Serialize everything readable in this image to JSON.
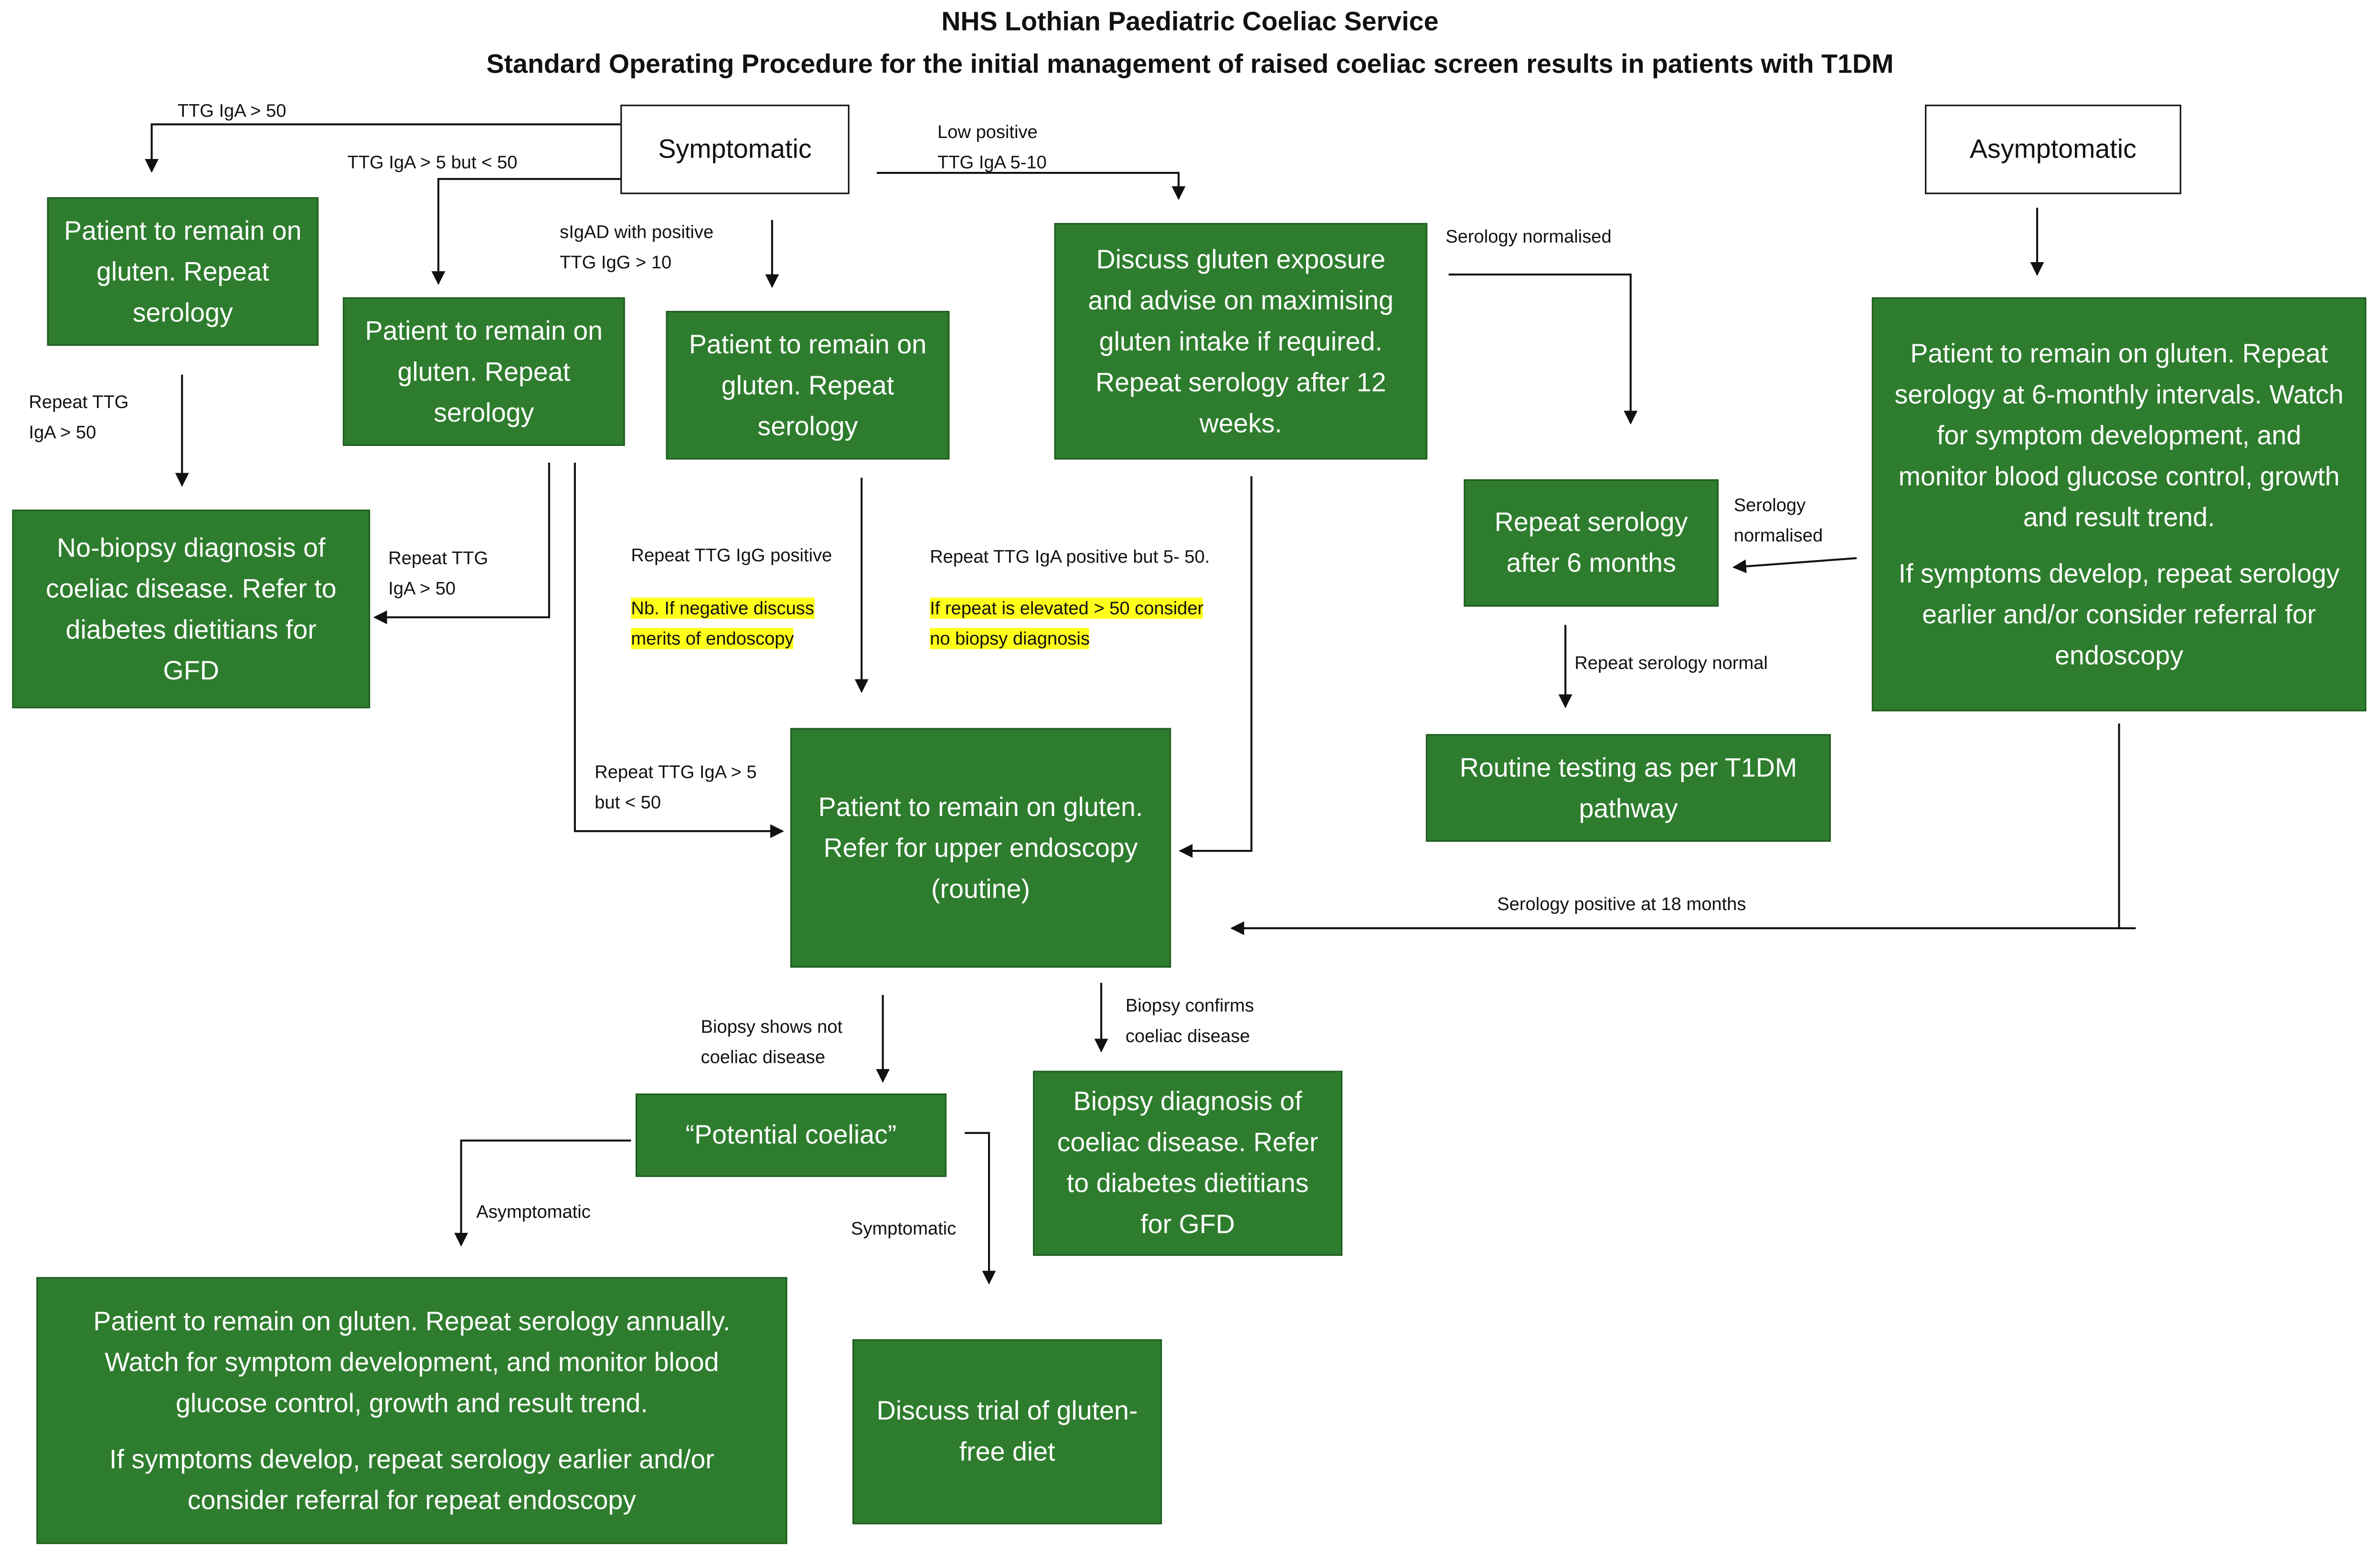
{
  "title": {
    "line1": "NHS Lothian Paediatric Coeliac Service",
    "line2": "Standard Operating Procedure for the initial management of raised coeliac screen results in patients with T1DM"
  },
  "boxes": {
    "symptomatic": "Symptomatic",
    "asymptomatic": "Asymptomatic",
    "remain_repeat_a": "Patient to remain on gluten. Repeat serology",
    "remain_repeat_b": "Patient to remain on gluten. Repeat serology",
    "remain_repeat_c": "Patient to remain on gluten. Repeat serology",
    "discuss_gluten": "Discuss gluten exposure and advise on maximising gluten intake if required. Repeat serology after 12 weeks.",
    "asymptomatic_plan_p1": "Patient to remain on gluten. Repeat serology at 6-monthly intervals. Watch for symptom development, and monitor blood glucose control, growth and result trend.",
    "asymptomatic_plan_p2": "If symptoms develop, repeat serology earlier and/or consider referral for endoscopy",
    "no_biopsy": "No-biopsy diagnosis of coeliac disease. Refer to diabetes dietitians for GFD",
    "repeat_6_months": "Repeat serology after 6 months",
    "routine_testing": "Routine testing as per T1DM pathway",
    "refer_endoscopy": "Patient to remain on gluten. Refer for upper endoscopy (routine)",
    "potential_coeliac": "“Potential coeliac”",
    "biopsy_diagnosis": "Biopsy diagnosis of coeliac disease. Refer to diabetes dietitians for GFD",
    "annual_plan_p1": "Patient to remain on gluten. Repeat serology annually. Watch for symptom development, and monitor blood glucose control, growth and result trend.",
    "annual_plan_p2": "If symptoms develop, repeat serology earlier and/or consider referral for repeat endoscopy",
    "gfd_trial": "Discuss trial of gluten-free diet"
  },
  "labels": {
    "ttg_gt50": "TTG  IgA > 50",
    "ttg_5_50": "TTG IgA > 5  but < 50",
    "sigad": "sIgAD with positive\nTTG IgG > 10",
    "low_positive": "Low positive\nTTG IgA 5-10",
    "serology_normalised_top": "Serology normalised",
    "repeat_ttg_gt50_a": "Repeat TTG\nIgA > 50",
    "repeat_ttg_gt50_b": "Repeat TTG\nIgA > 50",
    "repeat_ttg_igg_pos": "Repeat TTG IgG positive",
    "nb_negative": "Nb. If negative discuss\nmerits of  endoscopy",
    "repeat_ttg_iga_5_50": "Repeat TTG IgA positive but 5- 50.",
    "if_repeat_elevated": "If repeat is elevated > 50 consider\nno biopsy diagnosis",
    "serology_normalised_side": "Serology\nnormalised",
    "repeat_serology_normal": "Repeat serology normal",
    "repeat_ttg_5_50": "Repeat TTG IgA > 5\nbut < 50",
    "serology_pos_18m": "Serology positive at 18 months",
    "biopsy_not_coeliac": "Biopsy shows not\ncoeliac disease",
    "biopsy_confirms": "Biopsy confirms\ncoeliac disease",
    "asymptomatic_lbl": "Asymptomatic",
    "symptomatic_lbl": "Symptomatic"
  },
  "colors": {
    "box_green": "#2e7d2e",
    "highlight": "#ffff1a"
  }
}
